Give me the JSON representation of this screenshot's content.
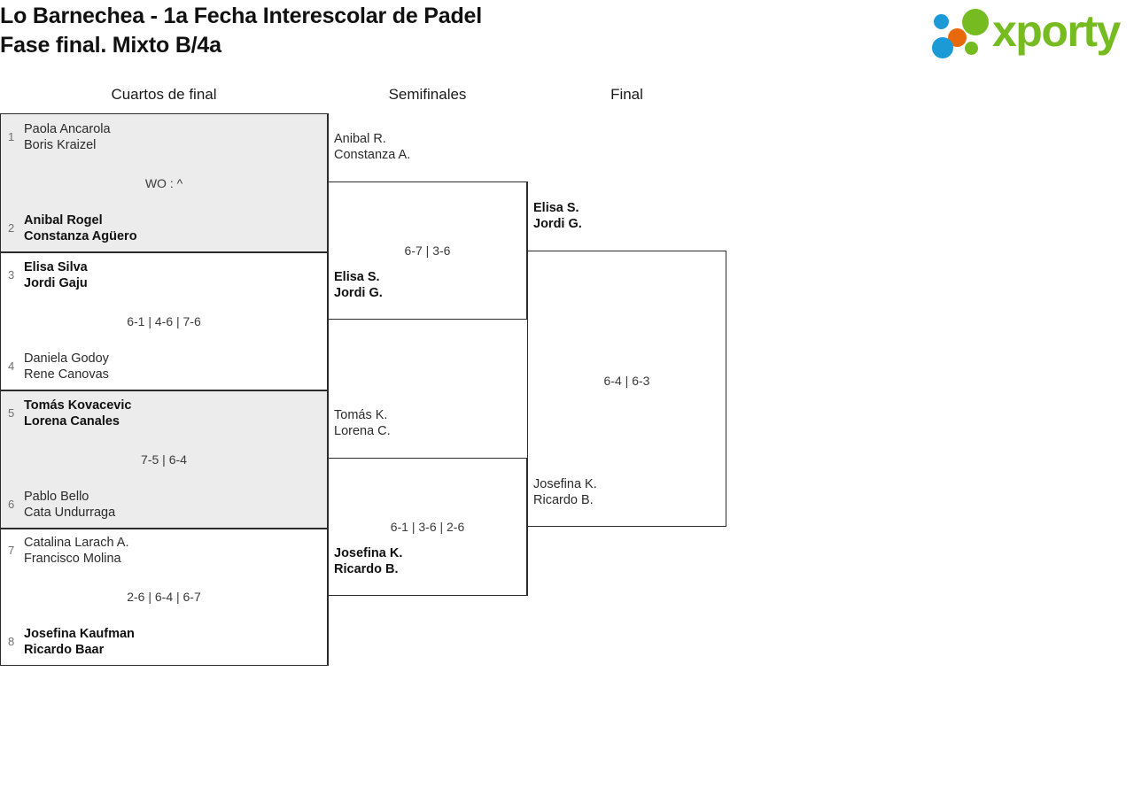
{
  "header": {
    "title_line1": "Lo Barnechea - 1a Fecha Interescolar de Padel",
    "title_line2": "Fase final. Mixto B/4a"
  },
  "logo": {
    "name": "xporty",
    "text": "xporty",
    "green": "#76bc21",
    "blue": "#1b9ad6",
    "orange": "#e8690b"
  },
  "rounds": [
    {
      "label": "Cuartos de final"
    },
    {
      "label": "Semifinales"
    },
    {
      "label": "Final"
    }
  ],
  "quarterfinals": [
    {
      "score": "WO : ^",
      "top": {
        "seed": "1",
        "p1": "Paola Ancarola",
        "p2": "Boris Kraizel",
        "winner": false
      },
      "bottom": {
        "seed": "2",
        "p1": "Anibal Rogel",
        "p2": "Constanza Agüero",
        "winner": true
      }
    },
    {
      "score": "6-1 | 4-6 | 7-6",
      "top": {
        "seed": "3",
        "p1": "Elisa Silva",
        "p2": "Jordi Gaju",
        "winner": true
      },
      "bottom": {
        "seed": "4",
        "p1": "Daniela Godoy",
        "p2": "Rene Canovas",
        "winner": false
      }
    },
    {
      "score": "7-5 | 6-4",
      "top": {
        "seed": "5",
        "p1": "Tomás Kovacevic",
        "p2": "Lorena Canales",
        "winner": true
      },
      "bottom": {
        "seed": "6",
        "p1": "Pablo Bello",
        "p2": "Cata Undurraga",
        "winner": false
      }
    },
    {
      "score": "2-6 | 6-4 | 6-7",
      "top": {
        "seed": "7",
        "p1": "Catalina Larach A.",
        "p2": "Francisco Molina",
        "winner": false
      },
      "bottom": {
        "seed": "8",
        "p1": "Josefina Kaufman",
        "p2": "Ricardo Baar",
        "winner": true
      }
    }
  ],
  "semifinals": [
    {
      "score": "6-7 | 3-6",
      "top": {
        "p1": "Anibal R.",
        "p2": "Constanza A.",
        "winner": false
      },
      "bottom": {
        "p1": "Elisa S.",
        "p2": "Jordi G.",
        "winner": true
      }
    },
    {
      "score": "6-1 | 3-6 | 2-6",
      "top": {
        "p1": "Tomás K.",
        "p2": "Lorena C.",
        "winner": false
      },
      "bottom": {
        "p1": "Josefina K.",
        "p2": "Ricardo B.",
        "winner": true
      }
    }
  ],
  "final": [
    {
      "score": "6-4 | 6-3",
      "top": {
        "p1": "Elisa S.",
        "p2": "Jordi G.",
        "winner": true
      },
      "bottom": {
        "p1": "Josefina K.",
        "p2": "Ricardo B.",
        "winner": false
      }
    }
  ]
}
